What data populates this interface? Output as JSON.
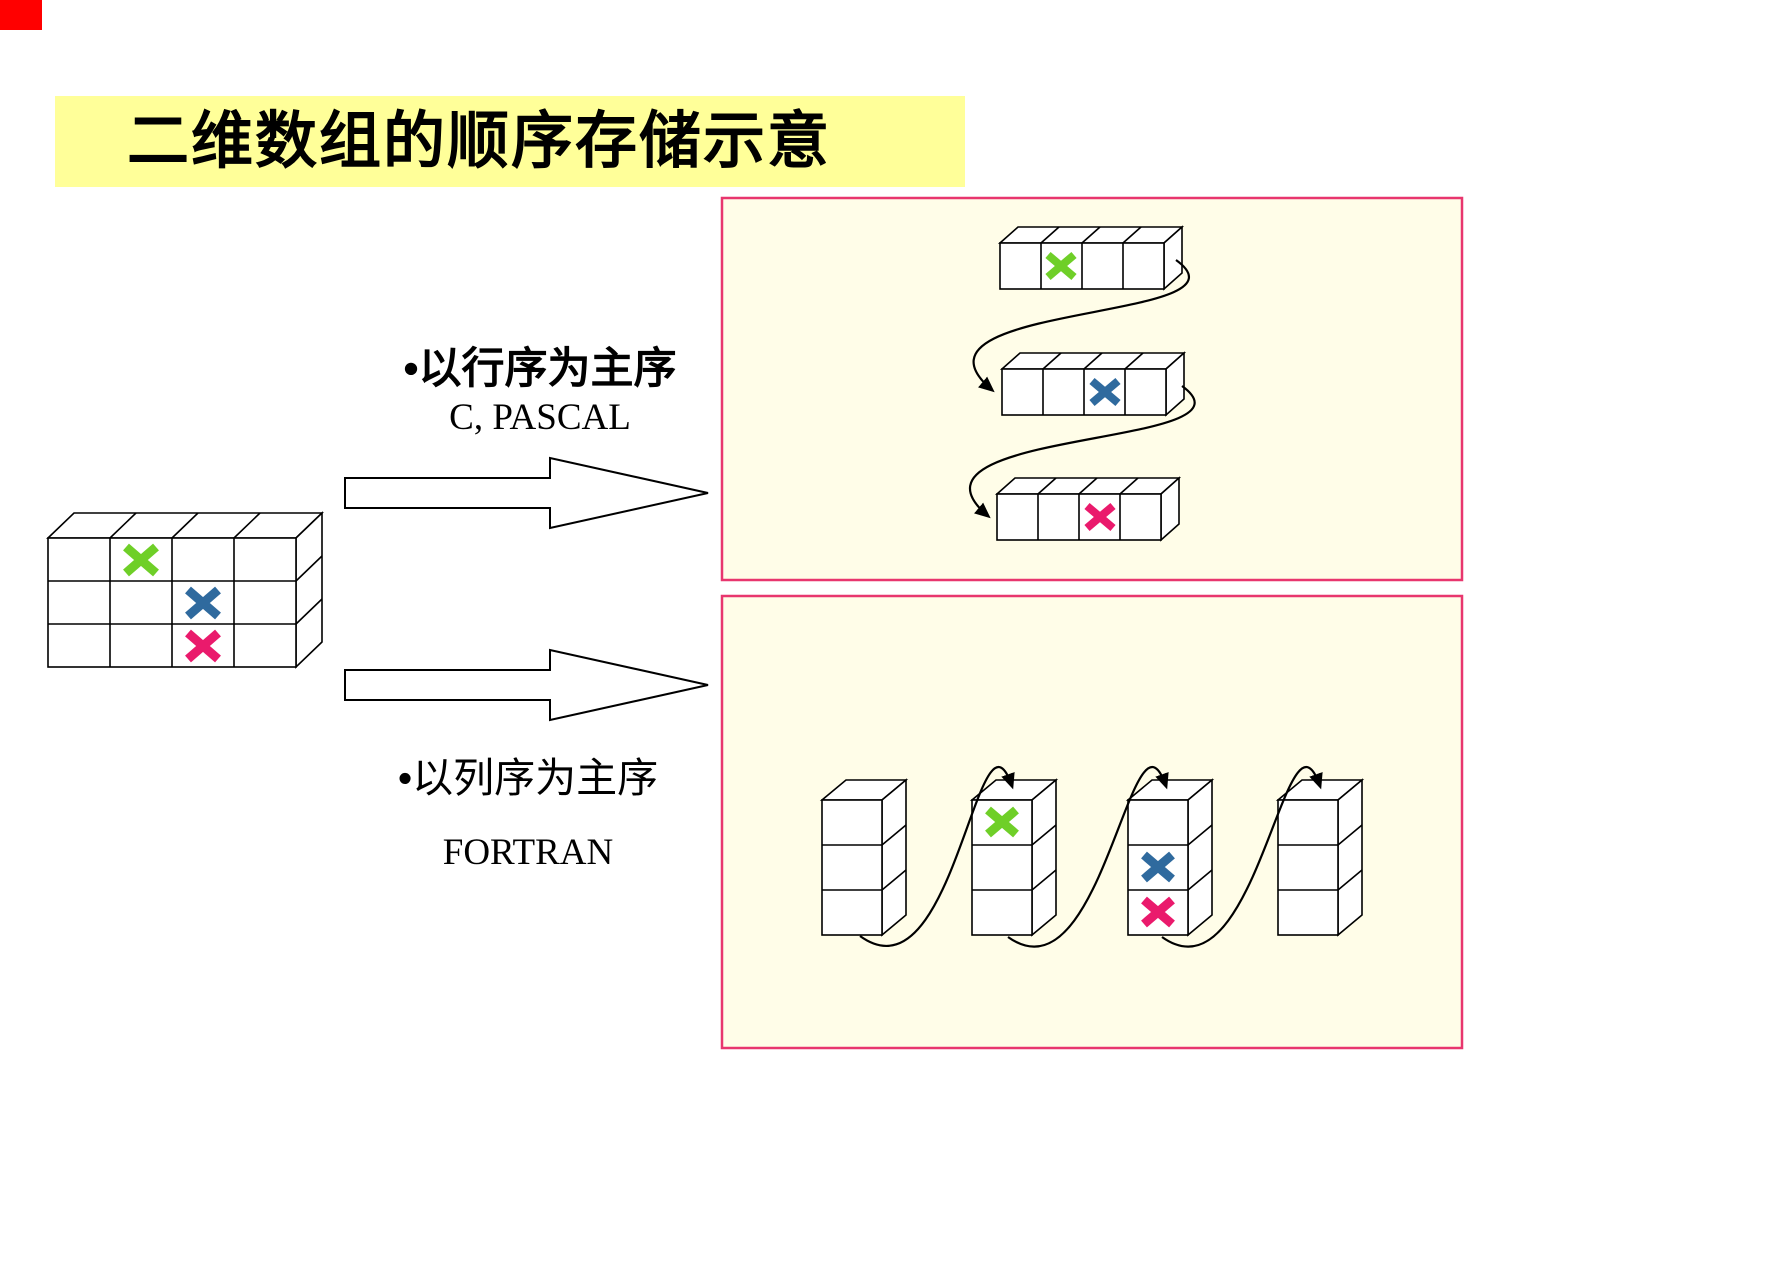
{
  "title": "二维数组的顺序存储示意",
  "row_major": {
    "bullet_label": "•以行序为主序",
    "languages": "C, PASCAL"
  },
  "col_major": {
    "bullet_label": "•以列序为主序",
    "languages": "FORTRAN"
  },
  "array": {
    "rows": 3,
    "cols": 4,
    "marks": [
      {
        "name": "green-x",
        "row": 1,
        "col": 2
      },
      {
        "name": "blue-x",
        "row": 2,
        "col": 3
      },
      {
        "name": "pink-x",
        "row": 3,
        "col": 3
      }
    ]
  },
  "colors": {
    "green": "#6fcf28",
    "blue": "#2f6a9e",
    "pink": "#ea1a6c",
    "box_border": "#e8366e",
    "box_fill": "#fffde8",
    "title_bg": "#ffff99",
    "corner_red": "#ff0000"
  }
}
